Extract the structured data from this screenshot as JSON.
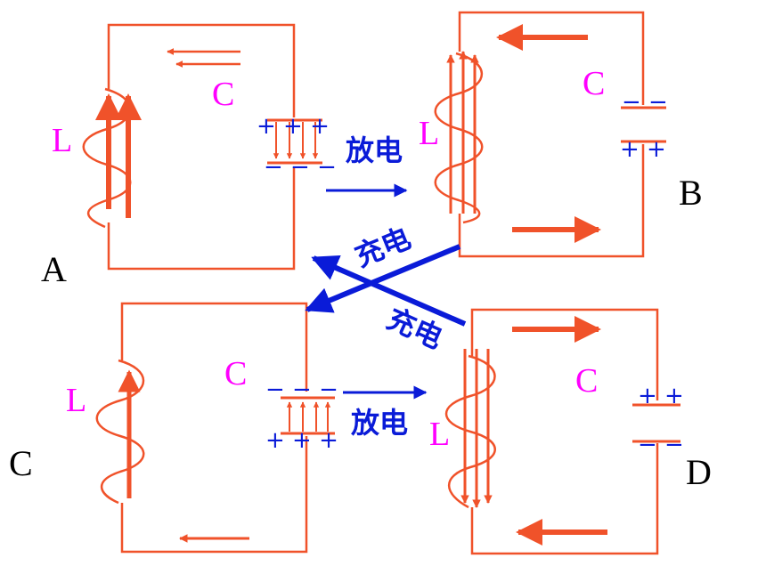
{
  "panels": {
    "a": {
      "name": "A",
      "inductor": "L",
      "capacitor": "C",
      "top_plate_sign": "+ + +",
      "bottom_plate_sign": "− − −"
    },
    "b": {
      "name": "B",
      "inductor": "L",
      "capacitor": "C",
      "top_plate_sign": "− −",
      "bottom_plate_sign": "+ +"
    },
    "c": {
      "name": "C",
      "inductor": "L",
      "capacitor": "C",
      "top_plate_sign": "− − −",
      "bottom_plate_sign": "+ + +"
    },
    "d": {
      "name": "D",
      "inductor": "L",
      "capacitor": "C",
      "top_plate_sign": "+ +",
      "bottom_plate_sign": "− −"
    }
  },
  "transitions": {
    "discharge_top": "放电",
    "charge_upper": "充电",
    "charge_lower": "充电",
    "discharge_bottom": "放电"
  },
  "colors": {
    "circuit": "#f0522a",
    "arrow_blue": "#0a1bd8",
    "label_magenta": "#ff00ff"
  }
}
